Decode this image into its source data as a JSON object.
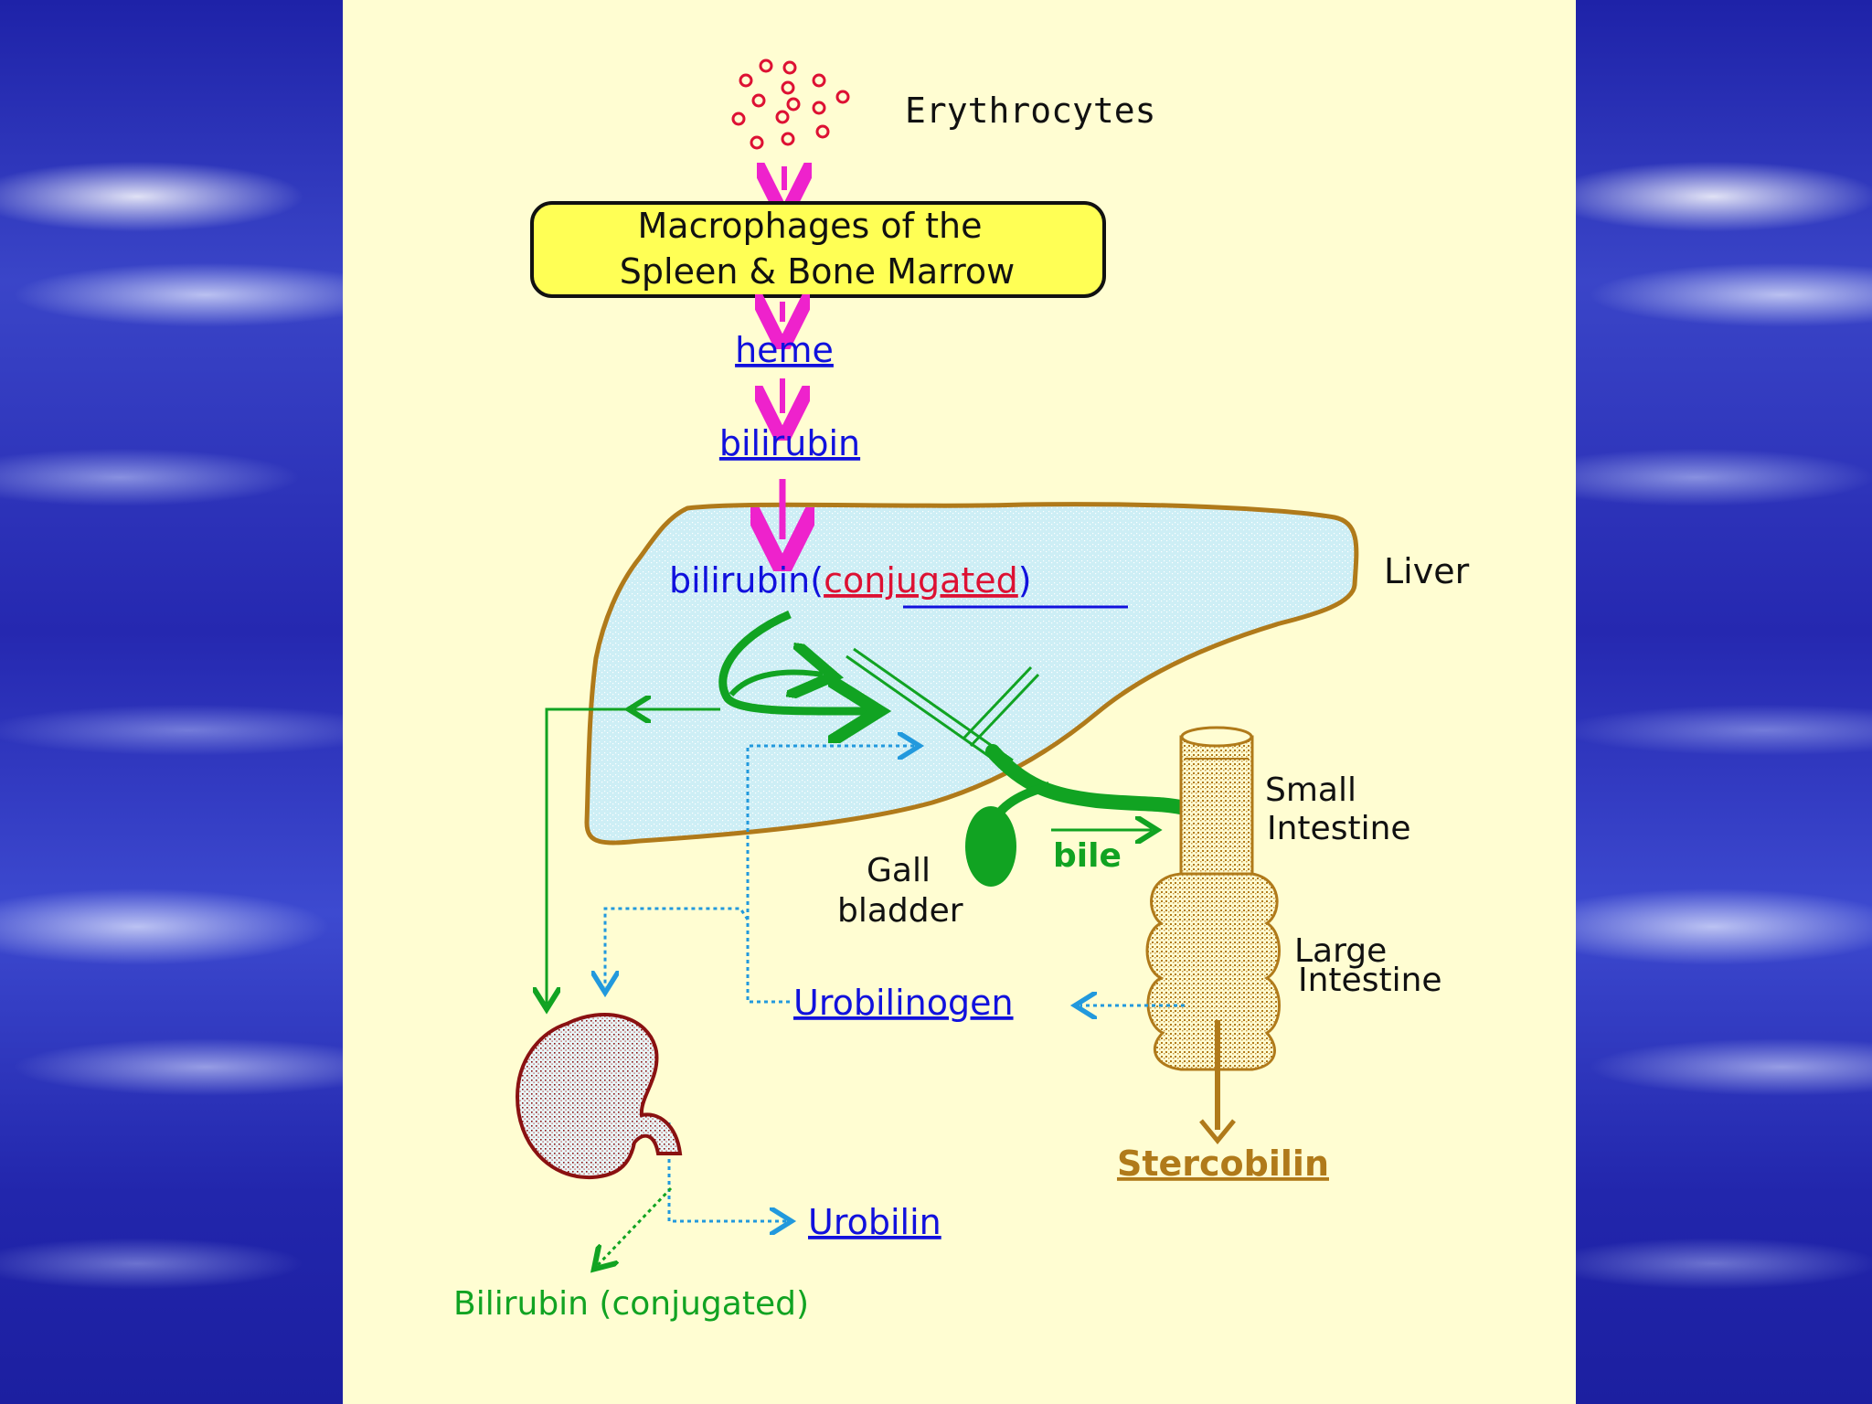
{
  "colors": {
    "slide_background": "#2a2fb5",
    "panel": "#fffdd2",
    "liver_fill": "#cdeef5",
    "macrophage_box": "#ffff55",
    "arrow_magenta": "#ee22cc",
    "green": "#11a322",
    "dotted_blue": "#2299dd",
    "link_blue": "#1111dd",
    "conjugated_red": "#dd1133",
    "intestine_brown": "#b07a1a",
    "kidney_red": "#8a1111"
  },
  "diagram": {
    "erythrocytes": "Erythrocytes",
    "macrophages_line1": "Macrophages of the",
    "macrophages_line2": "Spleen & Bone Marrow",
    "heme": "heme",
    "bilirubin": "bilirubin",
    "bilirubin_conj_prefix": "bilirubin(",
    "bilirubin_conj_word": "conjugated",
    "bilirubin_conj_suffix": ")",
    "liver": "Liver",
    "small_intestine_line1": "Small",
    "small_intestine_line2": "Intestine",
    "bile": "bile",
    "gall_line1": "Gall",
    "gall_line2": "bladder",
    "large_intestine_line1": "Large",
    "large_intestine_line2": "Intestine",
    "urobilinogen": "Urobilinogen",
    "stercobilin": "Stercobilin",
    "urobilin": "Urobilin",
    "bilirubin_urine": "Bilirubin (conjugated)"
  }
}
